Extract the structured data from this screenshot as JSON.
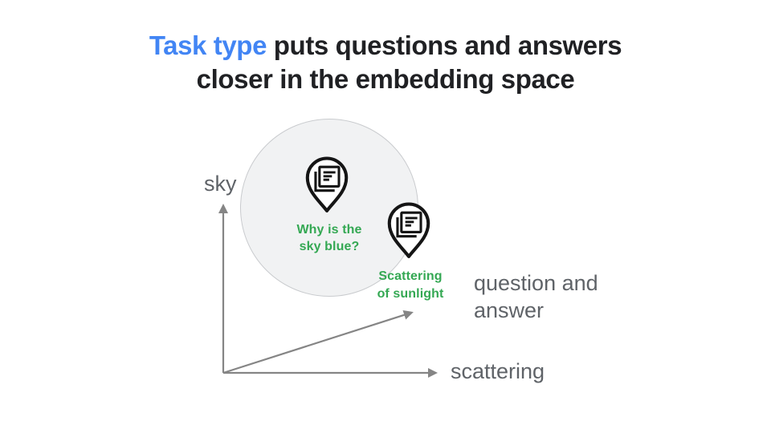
{
  "slide": {
    "title": {
      "highlight": "Task type",
      "line1_rest": " puts questions and answers",
      "line2": "closer in the embedding space"
    }
  },
  "diagram": {
    "y_axis_label": "sky",
    "x_axis_label": "scattering",
    "diagonal_axis_label_line1": "question and",
    "diagonal_axis_label_line2": "answer",
    "pins": [
      {
        "icon": "article-pin-icon",
        "caption_line1": "Why is the",
        "caption_line2": "sky blue?"
      },
      {
        "icon": "article-pin-icon",
        "caption_line1": "Scattering",
        "caption_line2": "of sunlight"
      }
    ]
  },
  "colors": {
    "accent_blue": "#4285F4",
    "title_dark": "#202124",
    "label_green": "#34A853",
    "axis_gray": "#858585",
    "text_gray": "#5F6368",
    "cluster_fill": "#F1F2F3",
    "cluster_border": "#C9CBCE"
  }
}
